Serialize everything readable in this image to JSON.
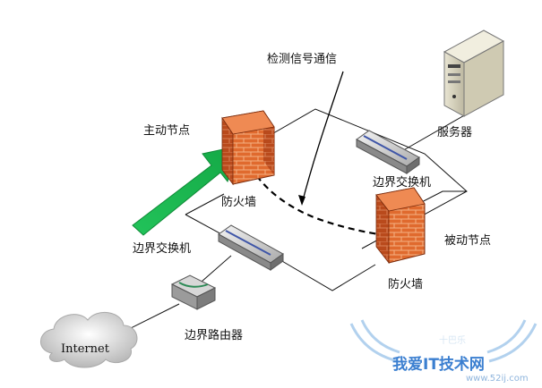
{
  "labels": {
    "signal": "检测信号通信",
    "active_node": "主动节点",
    "server": "服务器",
    "firewall_top": "防火墙",
    "edge_switch_right": "边界交换机",
    "passive_node": "被动节点",
    "edge_switch_left": "边界交换机",
    "firewall_bottom": "防火墙",
    "edge_router": "边界路由器",
    "internet": "Internet"
  },
  "watermark": {
    "main": "我爱IT技术网",
    "url": "www.52ij.com",
    "mark": "十巴乐"
  },
  "colors": {
    "arrow": "#1fbf57",
    "brick": "#d9622c",
    "line": "#111111"
  }
}
